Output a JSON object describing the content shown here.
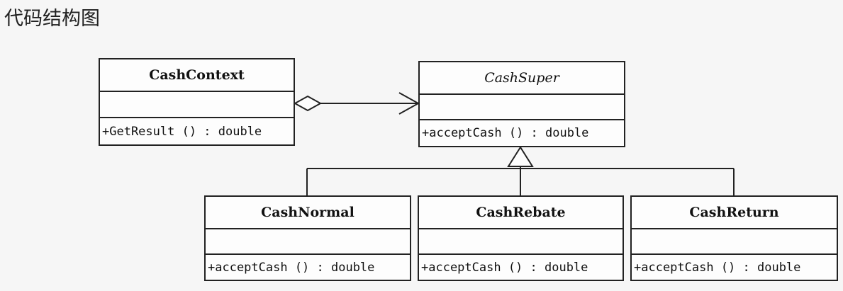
{
  "diagram": {
    "title": "代码结构图",
    "classes": [
      {
        "id": "context",
        "name": "CashContext",
        "abstract": false,
        "operation": "+GetResult () : double"
      },
      {
        "id": "super",
        "name": "CashSuper",
        "abstract": true,
        "operation": "+acceptCash () : double"
      },
      {
        "id": "normal",
        "name": "CashNormal",
        "abstract": false,
        "operation": "+acceptCash () : double"
      },
      {
        "id": "rebate",
        "name": "CashRebate",
        "abstract": false,
        "operation": "+acceptCash () : double"
      },
      {
        "id": "return",
        "name": "CashReturn",
        "abstract": false,
        "operation": "+acceptCash () : double"
      }
    ],
    "relations": [
      {
        "type": "aggregation",
        "from": "CashContext",
        "to": "CashSuper"
      },
      {
        "type": "generalization",
        "from": "CashNormal",
        "to": "CashSuper"
      },
      {
        "type": "generalization",
        "from": "CashRebate",
        "to": "CashSuper"
      },
      {
        "type": "generalization",
        "from": "CashReturn",
        "to": "CashSuper"
      }
    ]
  }
}
